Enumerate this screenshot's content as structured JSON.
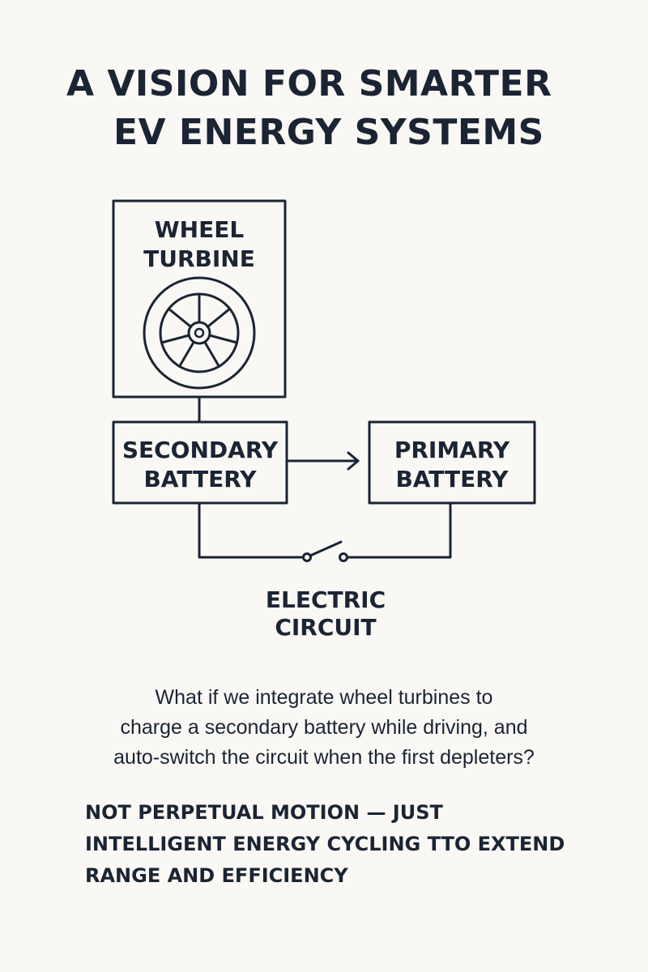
{
  "title": {
    "line1": "A VISION FOR SMARTER",
    "line2": "EV ENERGY SYSTEMS"
  },
  "diagram": {
    "turbine_box": {
      "label_line1": "WHEEL",
      "label_line2": "TURBINE",
      "icon": "wheel-icon"
    },
    "secondary_box": {
      "label_line1": "SECONDARY",
      "label_line2": "BATTERY"
    },
    "primary_box": {
      "label_line1": "PRIMARY",
      "label_line2": "BATTERY"
    },
    "switch_icon": "switch-icon",
    "arrow_icon": "arrow-right-icon",
    "circuit_label_line1": "ELECTRIC",
    "circuit_label_line2": "CIRCUIT"
  },
  "question": {
    "line1": "What if we integrate wheel turbines to",
    "line2": "charge a secondary battery while driving, and",
    "line3": "auto-switch the circuit when the first depleters?"
  },
  "statement": {
    "line1": "NOT PERPETUAL MOTION — JUST",
    "line2": "INTELLIGENT ENERGY CYCLING TTO EXTEND",
    "line3": "RANGE AND EFFICIENCY"
  },
  "colors": {
    "background": "#f9f8f4",
    "ink": "#1b2433"
  }
}
